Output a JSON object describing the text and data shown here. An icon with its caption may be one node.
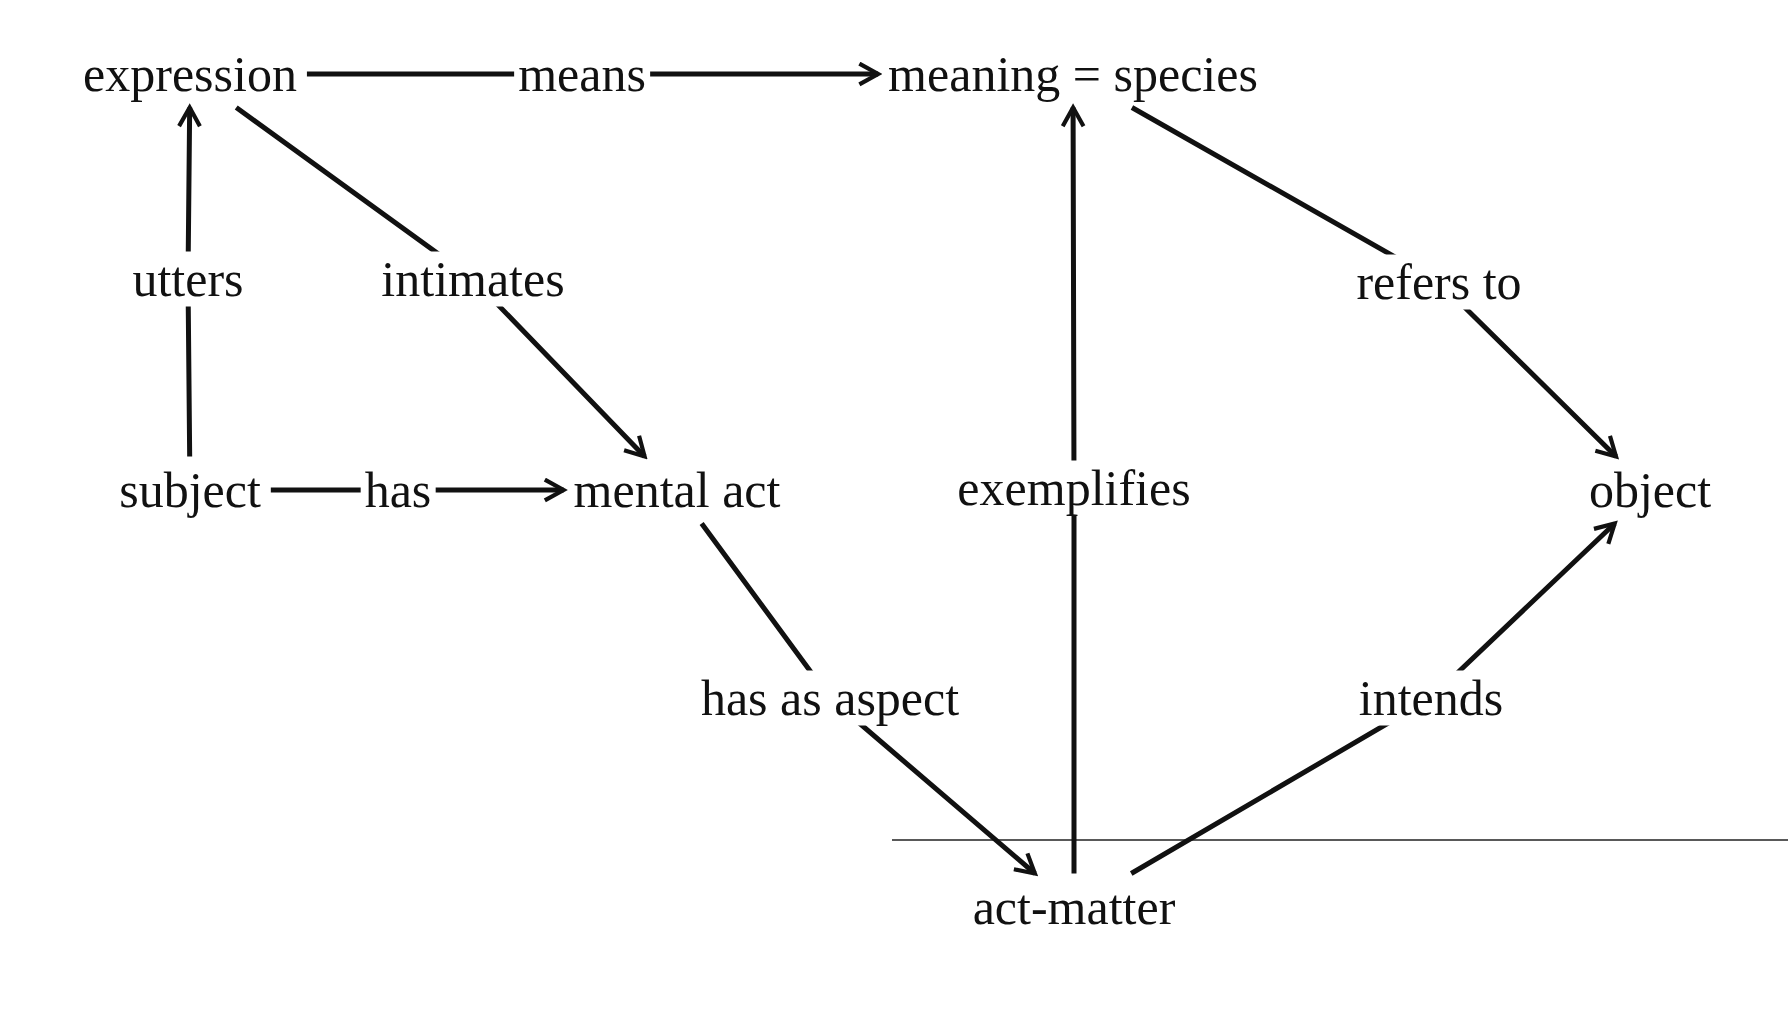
{
  "diagram": {
    "nodes": [
      {
        "text": [
          "expression"
        ]
      },
      {
        "text": [
          "meaning = species"
        ]
      },
      {
        "text": [
          "subject"
        ]
      },
      {
        "text": [
          "mental act"
        ]
      },
      {
        "text": [
          "object"
        ]
      },
      {
        "text": [
          "act-matter"
        ]
      }
    ],
    "edges": [
      {
        "from": 0,
        "to": 1,
        "arrow": "to",
        "label": "means"
      },
      {
        "from": 2,
        "to": 0,
        "arrow": "to",
        "label": "utters"
      },
      {
        "from": 0,
        "to": 3,
        "arrow": "to",
        "label": "intimates"
      },
      {
        "from": 1,
        "to": 4,
        "arrow": "to",
        "label": "refers to"
      },
      {
        "from": 2,
        "to": 3,
        "arrow": "to",
        "label": "has"
      },
      {
        "from": 5,
        "to": 1,
        "arrow": "to",
        "label": "exemplifies"
      },
      {
        "from": 3,
        "to": 5,
        "arrow": "to",
        "label": "has as aspect"
      },
      {
        "from": 5,
        "to": 4,
        "arrow": "to",
        "label": "intends"
      }
    ]
  }
}
